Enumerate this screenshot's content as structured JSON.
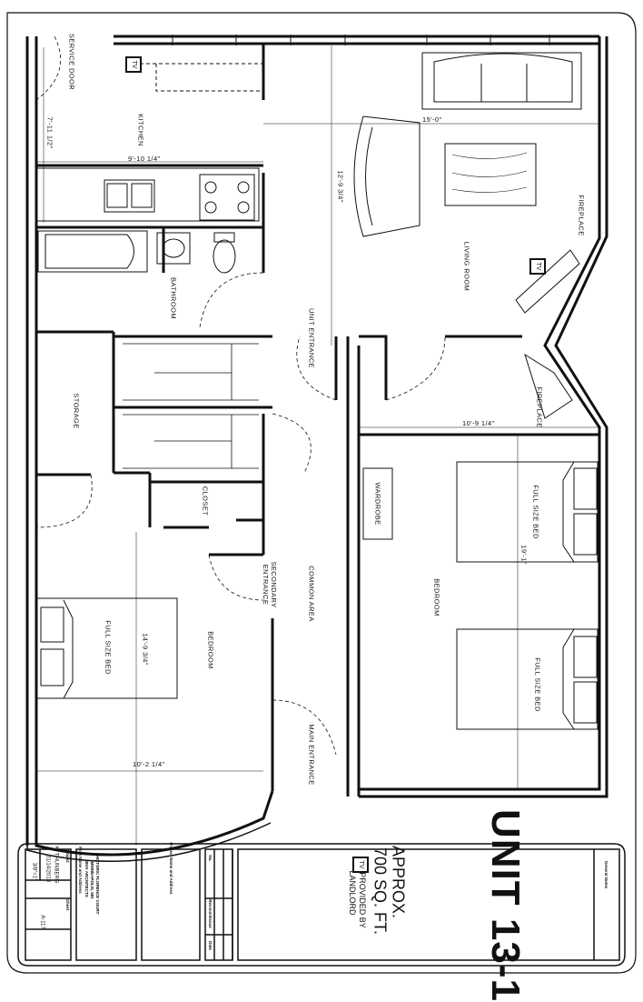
{
  "rooms": {
    "service_door": "SERVICE DOOR",
    "kitchen": "KITCHEN",
    "bathroom": "BATHROOM",
    "storage": "STORAGE",
    "unit_entrance": "UNIT ENTRANCE",
    "living_room": "LIVING ROOM",
    "fireplace_upper": "FIREPLACE",
    "fireplace_lower": "FIREPLACE",
    "closet": "CLOSET",
    "secondary_entrance": "SECONDARY ENTRANCE",
    "common_area": "COMMON AREA",
    "main_entrance": "MAIN ENTRANCE",
    "bedroom_left": "BEDROOM",
    "bedroom_right": "BEDROOM",
    "wardrobe": "WARDROBE",
    "bed_left": "FULL SIZE BED",
    "bed_right_top": "FULL SIZE BED",
    "bed_right_bottom": "FULL SIZE BED"
  },
  "dimensions": {
    "kitchen_depth": "7'-11 1/2\"",
    "kitchen_width": "9'-10 1/4\"",
    "living_width": "15'-0\"",
    "living_length": "12'-9 3/4\"",
    "bedroom_right_width": "10'-9 1/4\"",
    "bedroom_right_length": "19'-1\"",
    "bedroom_left_length": "14'-9 3/4\"",
    "bedroom_left_width": "10'-2 1/4\""
  },
  "tv": {
    "top": "TV",
    "living": "TV",
    "legend": "TV"
  },
  "title_block": {
    "unit": "UNIT 13-1",
    "approx_line1": "APPROX.",
    "approx_line2": "700 SQ. FT.",
    "provided_line1": "PROVIDED BY",
    "provided_line2": "LANDLORD",
    "general_notes": "General Notes",
    "no_label": "No.",
    "revision_label": "Revision/Issue",
    "date_label": "Date",
    "firm_label": "Firm Name and Address",
    "project_label": "Project Name and Address",
    "firm_line1": "HISTORIC FLORENCE COURT",
    "firm_line2": "MINNEAPOLIS, MN",
    "firm_line3": "BNY ARCHITECTS",
    "project_field": "Project",
    "project_value": "K. THUNBERG",
    "date_value": "01/14/2013",
    "scale_value": "3/8\"=1'",
    "sheet_label": "Sheet",
    "sheet_value": "A-117"
  }
}
